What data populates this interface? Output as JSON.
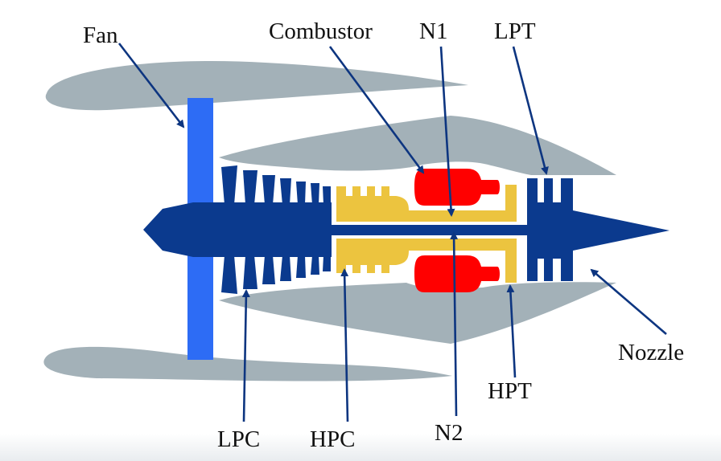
{
  "title": "Turbofan engine schematic",
  "labels": {
    "fan": "Fan",
    "combustor": "Combustor",
    "n1": "N1",
    "lpt": "LPT",
    "lpc": "LPC",
    "hpc": "HPC",
    "n2": "N2",
    "hpt": "HPT",
    "nozzle": "Nozzle"
  },
  "colors": {
    "nacelle": "#a3b1b8",
    "fan": "#2d6cf5",
    "low_spool": "#0b3a8e",
    "high_spool": "#ecc43f",
    "combustor": "#ff0000",
    "arrow": "#0d3580"
  }
}
